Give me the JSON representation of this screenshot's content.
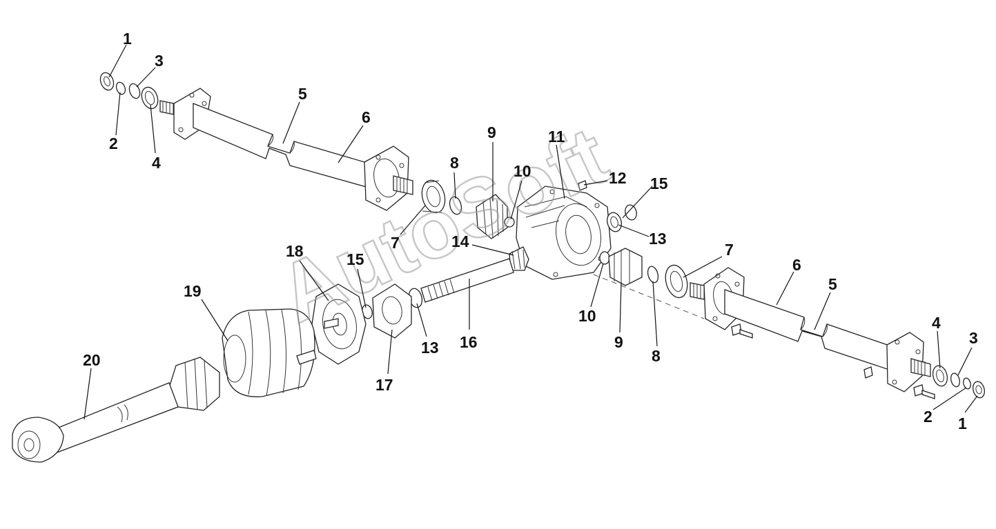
{
  "watermark": "AutoSoft",
  "callouts": [
    {
      "id": "c1a",
      "text": "1"
    },
    {
      "id": "c2a",
      "text": "2"
    },
    {
      "id": "c3a",
      "text": "3"
    },
    {
      "id": "c4a",
      "text": "4"
    },
    {
      "id": "c5a",
      "text": "5"
    },
    {
      "id": "c6a",
      "text": "6"
    },
    {
      "id": "c7a",
      "text": "7"
    },
    {
      "id": "c8a",
      "text": "8"
    },
    {
      "id": "c9a",
      "text": "9"
    },
    {
      "id": "c10a",
      "text": "10"
    },
    {
      "id": "c11",
      "text": "11"
    },
    {
      "id": "c12",
      "text": "12"
    },
    {
      "id": "c15a",
      "text": "15"
    },
    {
      "id": "c13a",
      "text": "13"
    },
    {
      "id": "c14",
      "text": "14"
    },
    {
      "id": "c7b",
      "text": "7"
    },
    {
      "id": "c6b",
      "text": "6"
    },
    {
      "id": "c5b",
      "text": "5"
    },
    {
      "id": "c18",
      "text": "18"
    },
    {
      "id": "c15b",
      "text": "15"
    },
    {
      "id": "c19",
      "text": "19"
    },
    {
      "id": "c16",
      "text": "16"
    },
    {
      "id": "c13b",
      "text": "13"
    },
    {
      "id": "c17",
      "text": "17"
    },
    {
      "id": "c10b",
      "text": "10"
    },
    {
      "id": "c9b",
      "text": "9"
    },
    {
      "id": "c8b",
      "text": "8"
    },
    {
      "id": "c4b",
      "text": "4"
    },
    {
      "id": "c3b",
      "text": "3"
    },
    {
      "id": "c2b",
      "text": "2"
    },
    {
      "id": "c1b",
      "text": "1"
    },
    {
      "id": "c20",
      "text": "20"
    }
  ]
}
